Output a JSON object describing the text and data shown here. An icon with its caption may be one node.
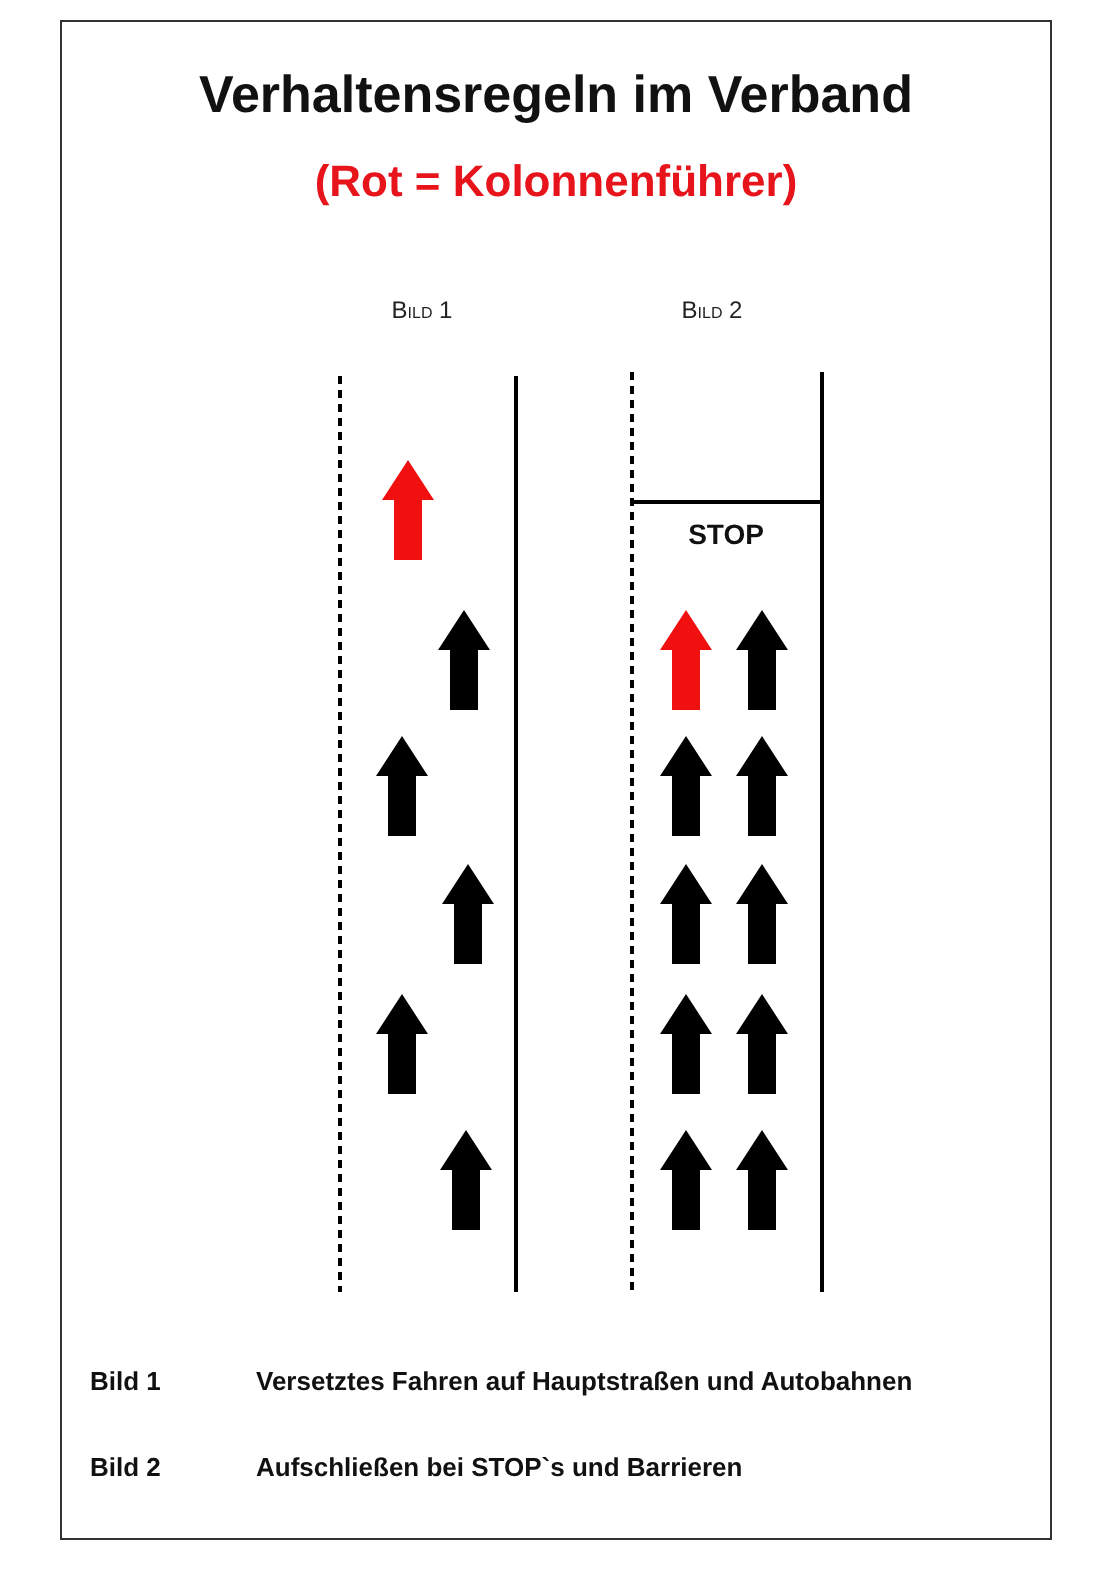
{
  "diagram": {
    "title": "Verhaltensregeln im Verband",
    "labels": [
      "(Rot = Kolonnenführer)",
      "Bild 1",
      "Bild 2",
      "STOP",
      "Bild 1",
      "Versetztes Fahren auf Hauptstraßen und Autobahnen",
      "Bild 2",
      "Aufschließen bei STOP`s und Barrieren"
    ]
  }
}
